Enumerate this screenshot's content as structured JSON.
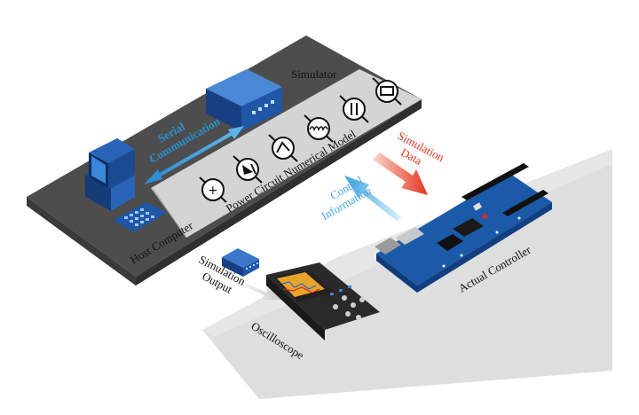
{
  "labels": {
    "simulator": "Simulator",
    "serial_line1": "Serial",
    "serial_line2": "Communication",
    "power_model": "Power Circuit Numerical Model",
    "host_computer": "Host Computer",
    "simulation_data_line1": "Simulation",
    "simulation_data_line2": "Data",
    "control_info_line1": "Control",
    "control_info_line2": "Information",
    "actual_controller": "Actual Controller",
    "sim_output_line1": "Simulation",
    "sim_output_line2": "Output",
    "oscilloscope": "Oscilloscope"
  },
  "colors": {
    "platform_dark": "#4d4d4d",
    "platform_panel": "#d6d6d6",
    "lower_platform": "#dcdcdc",
    "serial_arrow": "#3a9ad9",
    "control_arrow": "#6ec3ef",
    "data_arrow": "#e5361f",
    "device_blue": "#1f4f9a",
    "board_blue": "#1b5aa8"
  },
  "icons": [
    "simulator-box-icon",
    "host-computer-icon",
    "arduino-board-icon",
    "oscilloscope-icon",
    "output-box-icon",
    "voltage-source-icon",
    "diode-icon",
    "switch-icon",
    "inductor-icon",
    "capacitor-icon",
    "resistor-icon"
  ]
}
